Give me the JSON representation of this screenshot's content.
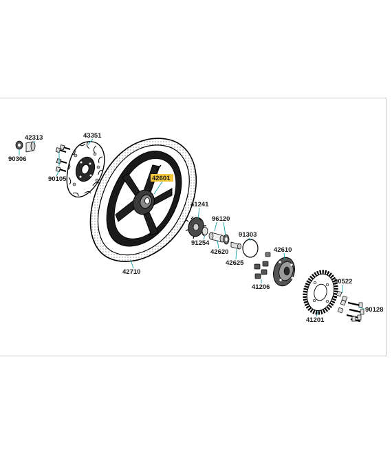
{
  "diagram": {
    "label_color": "#1a1a1a",
    "leader_color": "#17a3a8",
    "highlight_color": "#f3c63a",
    "parts": [
      {
        "id": "p1",
        "number": "42313",
        "highlight": false
      },
      {
        "id": "p2",
        "number": "90306",
        "highlight": false
      },
      {
        "id": "p3",
        "number": "43351",
        "highlight": false
      },
      {
        "id": "p4",
        "number": "90105",
        "highlight": false
      },
      {
        "id": "p5",
        "number": "42601",
        "highlight": true
      },
      {
        "id": "p6",
        "number": "41241",
        "highlight": false
      },
      {
        "id": "p7",
        "number": "96120",
        "highlight": false
      },
      {
        "id": "p8",
        "number": "91303",
        "highlight": false
      },
      {
        "id": "p9",
        "number": "91254",
        "highlight": false
      },
      {
        "id": "p10",
        "number": "42620",
        "highlight": false
      },
      {
        "id": "p11",
        "number": "42625",
        "highlight": false
      },
      {
        "id": "p12",
        "number": "42610",
        "highlight": false
      },
      {
        "id": "p13",
        "number": "41206",
        "highlight": false
      },
      {
        "id": "p14",
        "number": "42710",
        "highlight": false
      },
      {
        "id": "p15",
        "number": "90522",
        "highlight": false
      },
      {
        "id": "p16",
        "number": "90128",
        "highlight": false
      },
      {
        "id": "p17",
        "number": "41201",
        "highlight": false
      }
    ]
  }
}
